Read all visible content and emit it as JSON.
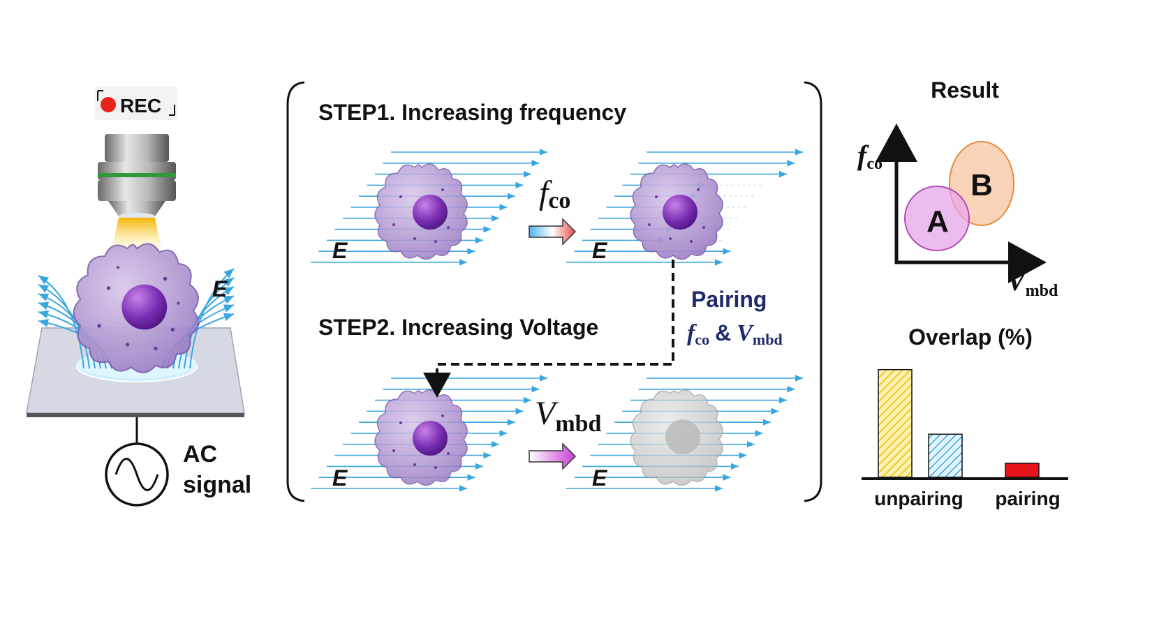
{
  "rec": {
    "label": "REC",
    "dot_color": "#e8231c"
  },
  "left": {
    "field_label": "E",
    "source_label_line1": "AC",
    "source_label_line2": "signal"
  },
  "steps": {
    "step1_title": "STEP1. Increasing frequency",
    "step2_title": "STEP2. Increasing Voltage",
    "field_label": "E",
    "fco_main": "f",
    "fco_sub": "co",
    "vmbd_main": "V",
    "vmbd_sub": "mbd"
  },
  "pairing": {
    "title": "Pairing",
    "f_main": "f",
    "f_sub": "co",
    "amp": "&",
    "v_main": "V",
    "v_sub": "mbd",
    "color": "#1f2a6b"
  },
  "result": {
    "title": "Result",
    "y_axis_main": "f",
    "y_axis_sub": "co",
    "x_axis_main": "V",
    "x_axis_sub": "mbd",
    "region_a": "A",
    "region_b": "B",
    "color_a": "#e7a6ea",
    "color_b": "#f7c9a6"
  },
  "chart_data": {
    "type": "bar",
    "title": "Overlap (%)",
    "categories": [
      "unpairing",
      "pairing"
    ],
    "series": [
      {
        "pattern": "yellow-hatch",
        "group": "unpairing",
        "value": 100,
        "color": "#f6d64a"
      },
      {
        "pattern": "blue-hatch",
        "group": "unpairing",
        "value": 40,
        "color": "#5bb7e6"
      },
      {
        "pattern": "red-solid",
        "group": "pairing",
        "value": 13,
        "color": "#e8141c"
      }
    ],
    "ylim": [
      0,
      105
    ]
  }
}
